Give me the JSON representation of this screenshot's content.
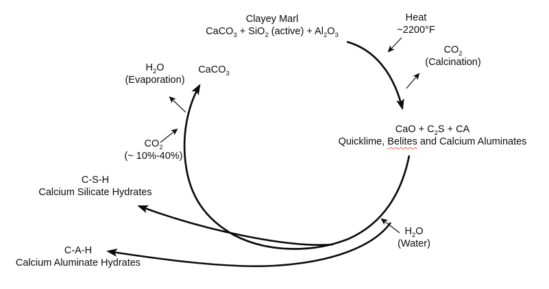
{
  "colors": {
    "background": "#ffffff",
    "text": "#0a0a0a",
    "arrow": "#0b0b0b",
    "spellcheck_underline": "#ef5b4b"
  },
  "nodes": {
    "clayey_marl": {
      "title": "Clayey Marl",
      "formula": "CaCO_3_ + SiO_2_ (active) + Al_2_O_3_"
    },
    "heat": {
      "line1": "Heat",
      "line2": "~2200°F"
    },
    "co2_calcination": {
      "formula": "CO_2_",
      "note": "(Calcination)"
    },
    "quicklime": {
      "formula": "CaO + C_2_S + CA",
      "desc_prefix": "Quicklime, ",
      "desc_misspelled": "Belites",
      "desc_suffix": " and Calcium Aluminates"
    },
    "h2o_evaporation": {
      "formula": "H_2_O",
      "note": "(Evaporation)"
    },
    "caco3": {
      "formula": "CaCO_3_"
    },
    "co2_absorbed": {
      "formula": "CO_2_",
      "note": "(~ 10%-40%)"
    },
    "csh": {
      "abbr": "C-S-H",
      "name": "Calcium Silicate Hydrates"
    },
    "cah": {
      "abbr": "C-A-H",
      "name": "Calcium Aluminate Hydrates"
    },
    "h2o_water": {
      "formula": "H_2_O",
      "note": "(Water)"
    }
  },
  "edges": [
    {
      "name": "calcination-arc-arrow",
      "style": "thick",
      "from": "Clayey Marl",
      "to": "CaO + C2S + CA"
    },
    {
      "name": "carbonation-cycle-arrow",
      "style": "thick",
      "from": "CaO + C2S + CA",
      "to": "CaCO3"
    },
    {
      "name": "csh-hydration-arrow",
      "style": "thick",
      "from": "cycle bottom",
      "to": "C-S-H"
    },
    {
      "name": "cah-hydration-arrow",
      "style": "thick",
      "from": "cycle bottom",
      "to": "C-A-H"
    },
    {
      "name": "heat-input-arrow",
      "style": "thin",
      "from": "Heat ~2200°F",
      "to": "cycle"
    },
    {
      "name": "co2-release-arrow",
      "style": "thin",
      "from": "cycle",
      "to": "CO2 (Calcination)"
    },
    {
      "name": "h2o-evaporation-arrow",
      "style": "thin",
      "from": "cycle",
      "to": "H2O (Evaporation)"
    },
    {
      "name": "co2-absorption-arrow",
      "style": "thin",
      "from": "CO2 (~ 10%-40%)",
      "to": "cycle"
    },
    {
      "name": "h2o-input-arrow",
      "style": "thin",
      "from": "H2O (Water)",
      "to": "cycle"
    }
  ]
}
